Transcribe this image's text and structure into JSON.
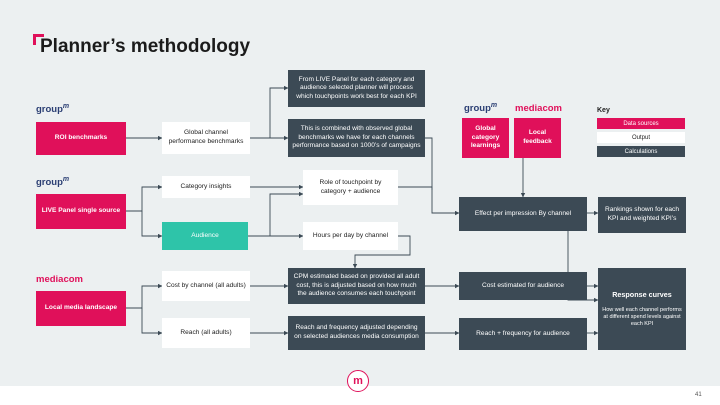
{
  "slide": {
    "title": "Planner’s methodology",
    "page_number": "41",
    "bottom_logo": "m"
  },
  "logos": {
    "groupm": "group",
    "groupm_sup": "m",
    "mediacom": "mediacom"
  },
  "key": {
    "title": "Key",
    "data_sources": "Data sources",
    "output": "Output",
    "calculations": "Calculations"
  },
  "sources": {
    "roi": "ROI benchmarks",
    "live_panel": "LIVE Panel single source",
    "local_media": "Local media landscape",
    "global_learnings": "Global category learnings",
    "local_feedback": "Local feedback"
  },
  "outputs": {
    "global_benchmarks": "Global channel performance benchmarks",
    "category_insights": "Category insights",
    "audience": "Audience",
    "cost_by_channel": "Cost by channel (all adults)",
    "reach": "Reach (all adults)",
    "role_of_touchpoint": "Role of touchpoint by category + audience",
    "hours_per_day": "Hours per day by channel"
  },
  "calculations": {
    "live_panel_calc": "From LIVE Panel for each category and audience selected planner will process which touchpoints work best for each KPI",
    "combined": "This is combined with observed global benchmarks we have for each channels performance based on 1000’s of campaigns",
    "cpm": "CPM estimated based on provided all adult cost, this is adjusted based on how much the audience consumes each touchpoint",
    "reach_freq_adjusted": "Reach and frequency adjusted depending on selected audiences media consumption",
    "effect": "Effect per impression By channel",
    "cost_estimated": "Cost estimated for audience",
    "reach_freq_audience": "Reach + frequency for audience",
    "rankings": "Rankings shown for each KPI and weighted KPI’s",
    "response_title": "Response curves",
    "response_desc": "How well each channel performs at different spend levels against each KPI"
  },
  "colors": {
    "pink": "#e0105a",
    "slate": "#3c4a55",
    "teal": "#2ec4a9",
    "background": "#ecf0f1",
    "groupm_navy": "#2a3e73"
  }
}
